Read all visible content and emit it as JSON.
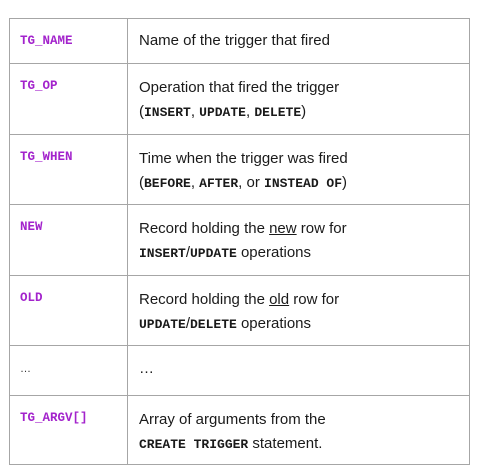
{
  "rows": [
    {
      "name": "TG_NAME",
      "desc": "Name of the trigger that fired"
    },
    {
      "name": "TG_OP",
      "line1": "Operation that fired the trigger",
      "open": "(",
      "k1": "INSERT",
      "sep1": ", ",
      "k2": "UPDATE",
      "sep2": ", ",
      "k3": "DELETE",
      "close": ")"
    },
    {
      "name": "TG_WHEN",
      "line1": "Time when the trigger was fired",
      "open": "(",
      "k1": "BEFORE",
      "sep1": ", ",
      "k2": "AFTER",
      "sep2": ", or ",
      "k3": "INSTEAD OF",
      "close": ")"
    },
    {
      "name": "NEW",
      "pre": "Record holding the ",
      "u": "new",
      "post": " row for",
      "k1": "INSERT",
      "slash": "/",
      "k2": "UPDATE",
      "tail": " operations"
    },
    {
      "name": "OLD",
      "pre": "Record holding the ",
      "u": "old",
      "post": " row for",
      "k1": "UPDATE",
      "slash": "/",
      "k2": "DELETE",
      "tail": " operations"
    },
    {
      "name": "…",
      "desc": "…"
    },
    {
      "name": "TG_ARGV[]",
      "line1": "Array of arguments from the",
      "k1": "CREATE TRIGGER",
      "tail": " statement."
    }
  ]
}
